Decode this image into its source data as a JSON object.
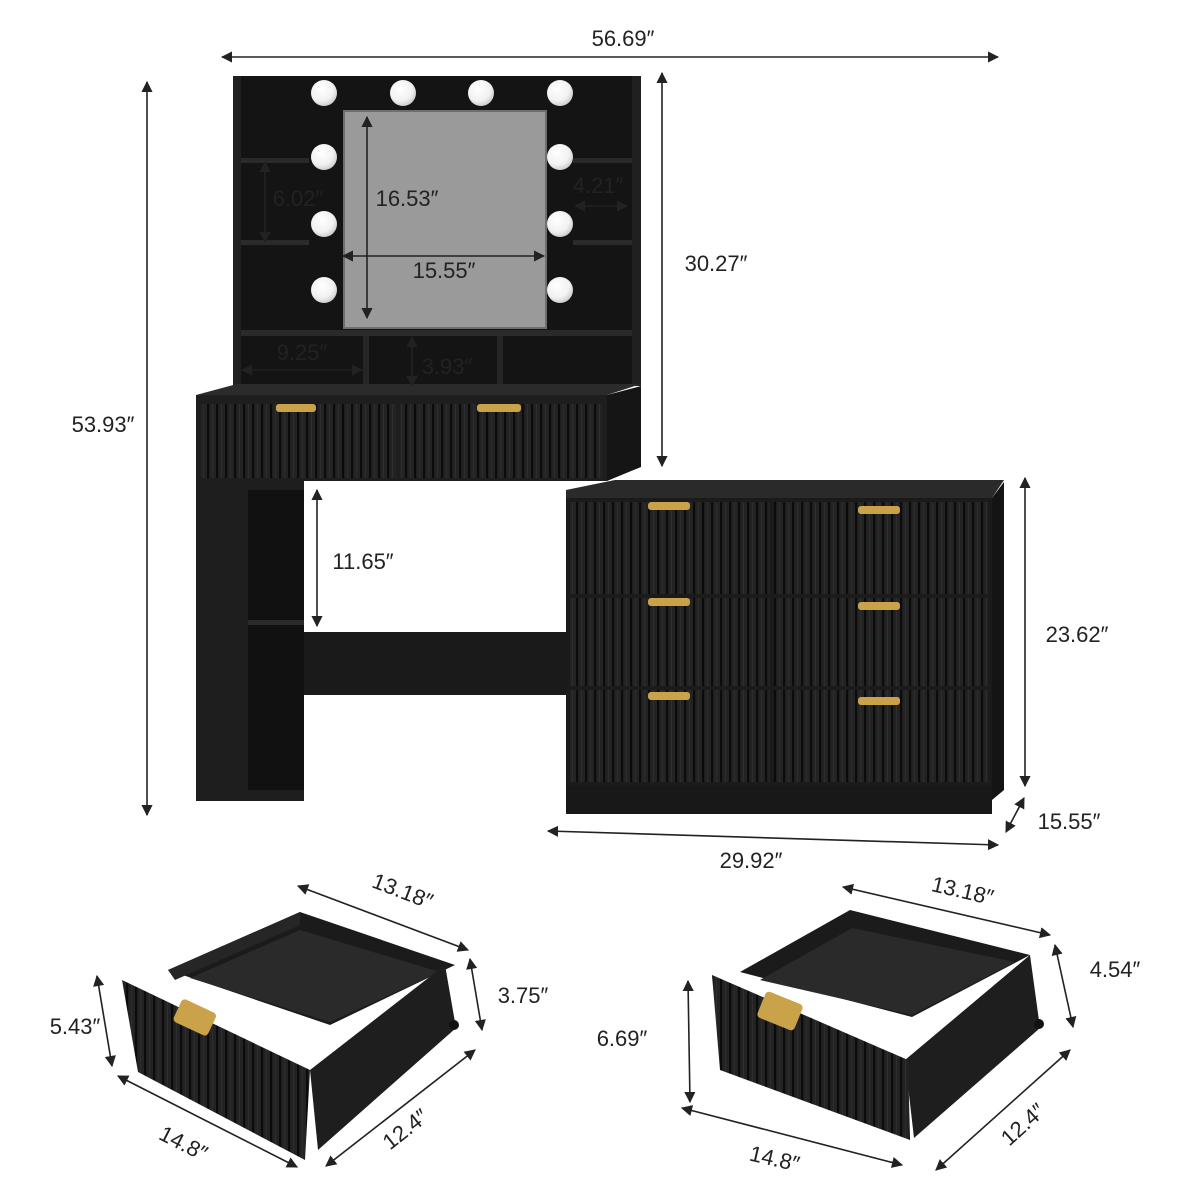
{
  "dimensions": {
    "overall_width": "56.69″",
    "overall_height": "53.93″",
    "hutch_height": "30.27″",
    "shelf_height": "6.02″",
    "mirror_height": "16.53″",
    "mirror_width": "15.55″",
    "side_shelf_depth": "4.21″",
    "cubby_width": "9.25″",
    "cubby_height": "3.93″",
    "knee_clearance": "11.65″",
    "dresser_height": "23.62″",
    "dresser_width": "29.92″",
    "dresser_depth": "15.55″"
  },
  "drawer_small": {
    "top_width": "13.18″",
    "side_height": "3.75″",
    "front_height": "5.43″",
    "front_width": "14.8″",
    "depth": "12.4″"
  },
  "drawer_large": {
    "top_width": "13.18″",
    "side_height": "4.54″",
    "front_height": "6.69″",
    "front_width": "14.8″",
    "depth": "12.4″"
  },
  "colors": {
    "body": "#1c1c1c",
    "panel": "#232323",
    "groove": "#0b0b0b",
    "handle": "#c9a24a",
    "mirror": "#9a9a9a",
    "bulb": "#f4f4f4",
    "dimension_line": "#222222"
  }
}
